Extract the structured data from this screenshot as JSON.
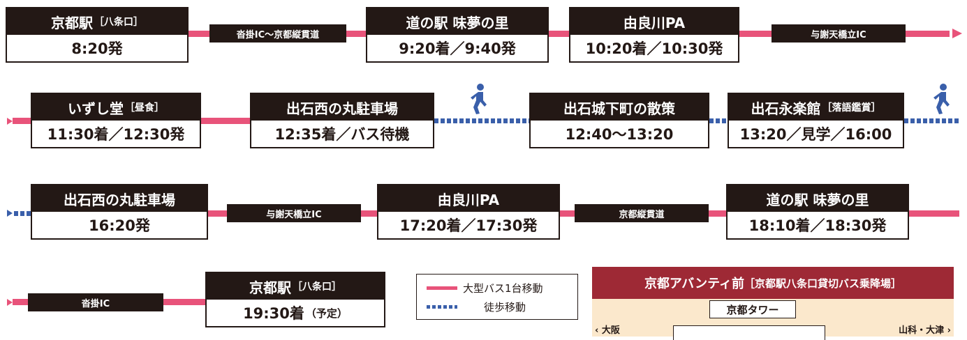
{
  "row1": {
    "stops": [
      {
        "name": "京都駅",
        "sub": "［八条口］",
        "time": "8:20発"
      },
      {
        "name": "道の駅 味夢の里",
        "time": "9:20着／9:40発"
      },
      {
        "name": "由良川PA",
        "time": "10:20着／10:30発"
      }
    ],
    "roads": [
      "沓掛IC〜京都縦貫道",
      "与謝天橋立IC"
    ]
  },
  "row2": {
    "stops": [
      {
        "name": "いずし堂",
        "sub": "［昼食］",
        "time": "11:30着／12:30発"
      },
      {
        "name": "出石西の丸駐車場",
        "time": "12:35着／バス待機"
      },
      {
        "name": "出石城下町の散策",
        "time": "12:40〜13:20"
      },
      {
        "name": "出石永楽館",
        "sub": "［落語鑑賞］",
        "time": "13:20／見学／16:00"
      }
    ]
  },
  "row3": {
    "stops": [
      {
        "name": "出石西の丸駐車場",
        "time": "16:20発"
      },
      {
        "name": "由良川PA",
        "time": "17:20着／17:30発"
      },
      {
        "name": "道の駅 味夢の里",
        "time": "18:10着／18:30発"
      }
    ],
    "roads": [
      "与謝天橋立IC",
      "京都縦貫道"
    ]
  },
  "row4": {
    "roads": [
      "沓掛IC"
    ],
    "final_stop": {
      "name": "京都駅",
      "sub": "［八条口］",
      "time": "19:30着",
      "time_sub": "（予定）"
    }
  },
  "legend": {
    "bus_label": "大型バス1台移動",
    "walk_label": "徒歩移動"
  },
  "info_box": {
    "title": "京都アバンティ前",
    "title_sub": "［京都駅八条口貸切バス乗降場］",
    "tower": "京都タワー",
    "left_label": "大阪",
    "right_label": "山科・大津"
  },
  "colors": {
    "bus_line": "#e8537a",
    "walk_line": "#3a5faa",
    "stop_header": "#231815",
    "info_header": "#9e2935",
    "info_bg": "#fbe8cc"
  },
  "icons": [
    "walking-person-icon"
  ]
}
